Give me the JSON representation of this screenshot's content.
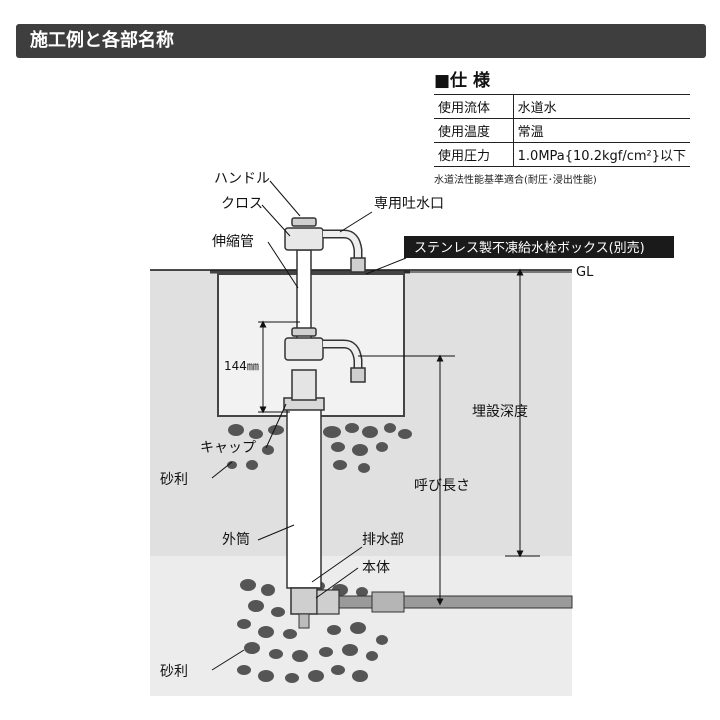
{
  "header": {
    "title": "施工例と各部名称"
  },
  "spec": {
    "title": "■仕 様",
    "rows": [
      {
        "key": "使用流体",
        "value": "水道水"
      },
      {
        "key": "使用温度",
        "value": "常温"
      },
      {
        "key": "使用圧力",
        "value": "1.0MPa{10.2kgf/cm²}以下"
      }
    ],
    "note": "水道法性能基準適合(耐圧･浸出性能)"
  },
  "labels": {
    "handle": "ハンドル",
    "cross": "クロス",
    "spout": "専用吐水口",
    "extension_pipe": "伸縮管",
    "stainless_box": "ステンレス製不凍給水栓ボックス(別売)",
    "gl": "GL",
    "dimension_144": "144㎜",
    "cap": "キャップ",
    "gravel_upper": "砂利",
    "burial_depth": "埋設深度",
    "nominal_length": "呼び長さ",
    "outer_tube": "外筒",
    "drain": "排水部",
    "body": "本体",
    "gravel_lower": "砂利"
  },
  "colors": {
    "header_bg": "#3e3e3e",
    "ground": "#e0e0e0",
    "ground_deep": "#ececec",
    "box_fill": "#f2f2f2",
    "pebble": "#555555",
    "box_label_bg": "#1a1a1a"
  }
}
